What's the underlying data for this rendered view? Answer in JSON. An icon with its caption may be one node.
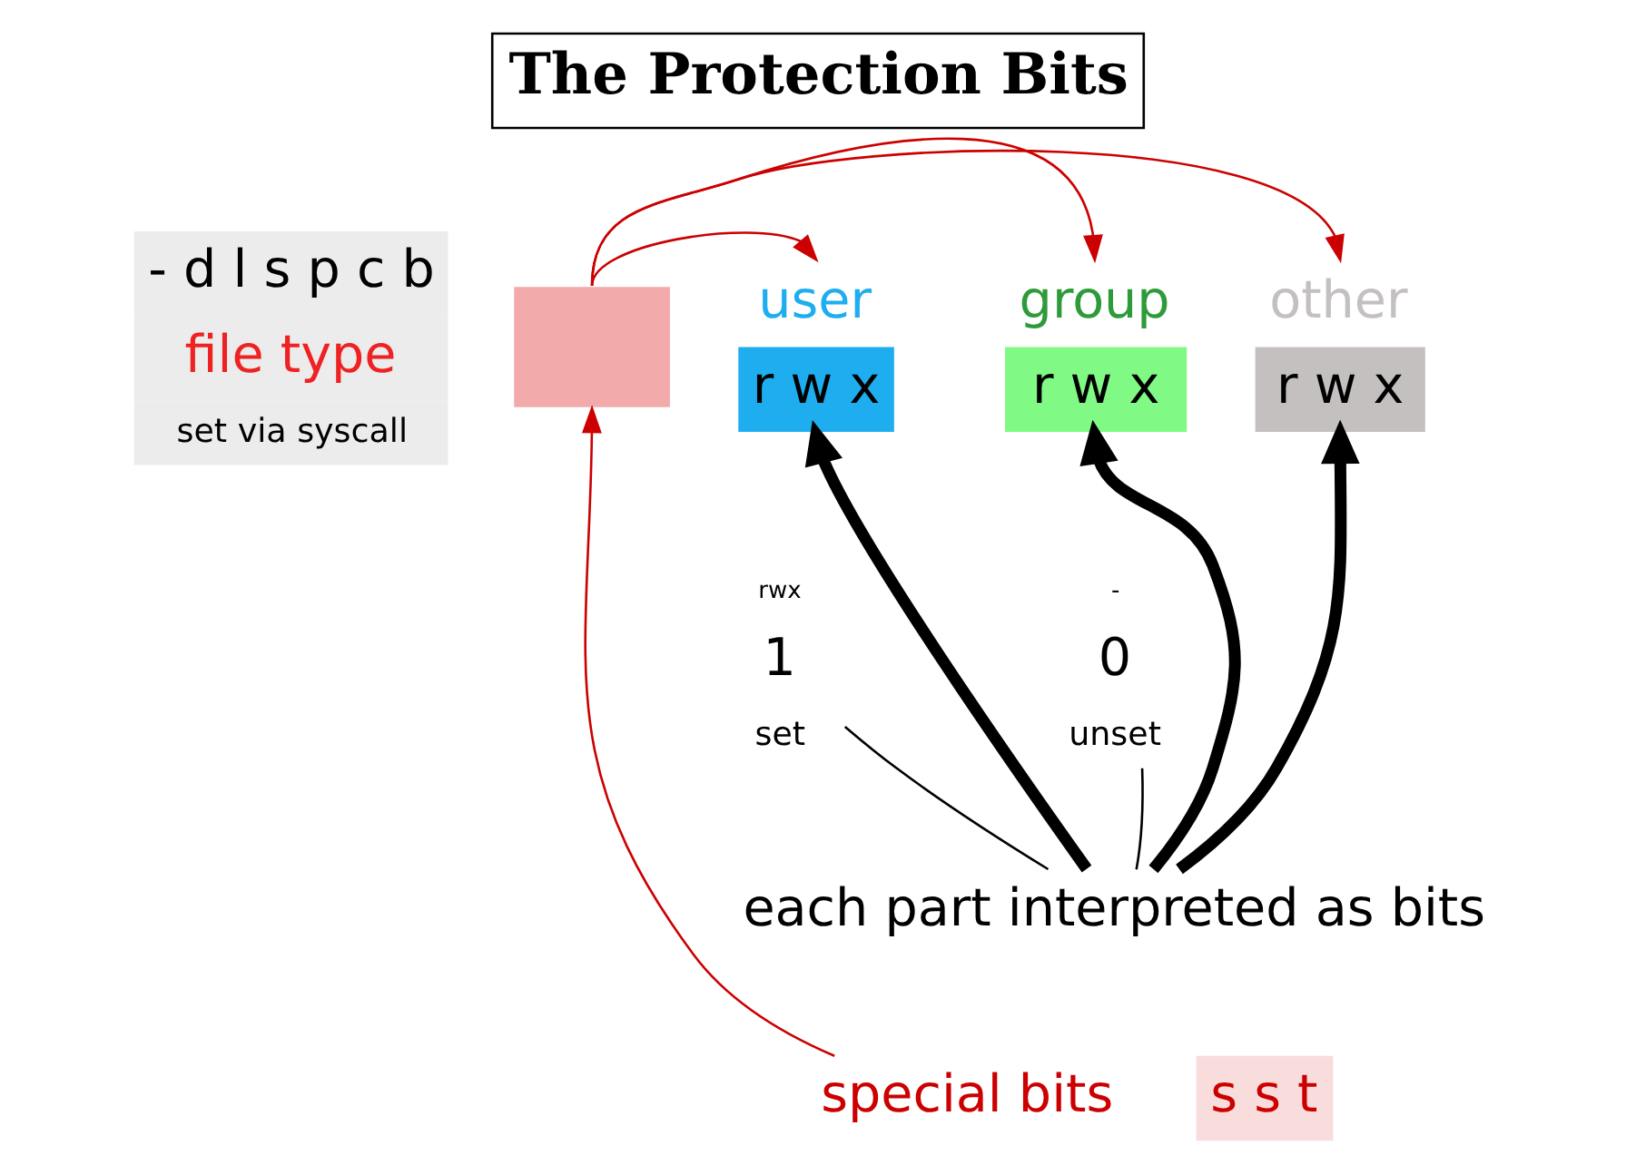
{
  "diagram": {
    "title": "The Protection Bits",
    "nodes": [
      {
        "text": [],
        "shape": "box"
      },
      {
        "text": [
          "user",
          "r w x"
        ]
      },
      {
        "text": [
          "group",
          "r w x"
        ]
      },
      {
        "text": [
          "other",
          "r w x"
        ]
      },
      {
        "text": [
          "- d l s p c b",
          "file type",
          "set via syscall"
        ]
      },
      {
        "text": [
          "special bits"
        ]
      },
      {
        "text": [
          "s s t"
        ]
      },
      {
        "text": [
          "each part interpreted as bits"
        ]
      },
      {
        "text": [
          "rwx",
          "1",
          "set"
        ]
      },
      {
        "text": [
          "-",
          "0",
          "unset"
        ]
      }
    ],
    "edges": [
      {
        "from": 0,
        "to": 1,
        "arrow": "to",
        "color": "#cc0000"
      },
      {
        "from": 0,
        "to": 2,
        "arrow": "to",
        "color": "#cc0000"
      },
      {
        "from": 0,
        "to": 3,
        "arrow": "to",
        "color": "#cc0000"
      },
      {
        "from": 5,
        "to": 0,
        "arrow": "to",
        "color": "#cc0000"
      },
      {
        "from": 7,
        "to": 1,
        "arrow": "to",
        "style": "thick",
        "color": "#000000"
      },
      {
        "from": 7,
        "to": 2,
        "arrow": "to",
        "style": "thick",
        "color": "#000000"
      },
      {
        "from": 7,
        "to": 3,
        "arrow": "to",
        "style": "thick",
        "color": "#000000"
      },
      {
        "from": 8,
        "to": 7,
        "arrow": "none",
        "color": "#000000"
      },
      {
        "from": 9,
        "to": 7,
        "arrow": "none",
        "color": "#000000"
      }
    ]
  }
}
